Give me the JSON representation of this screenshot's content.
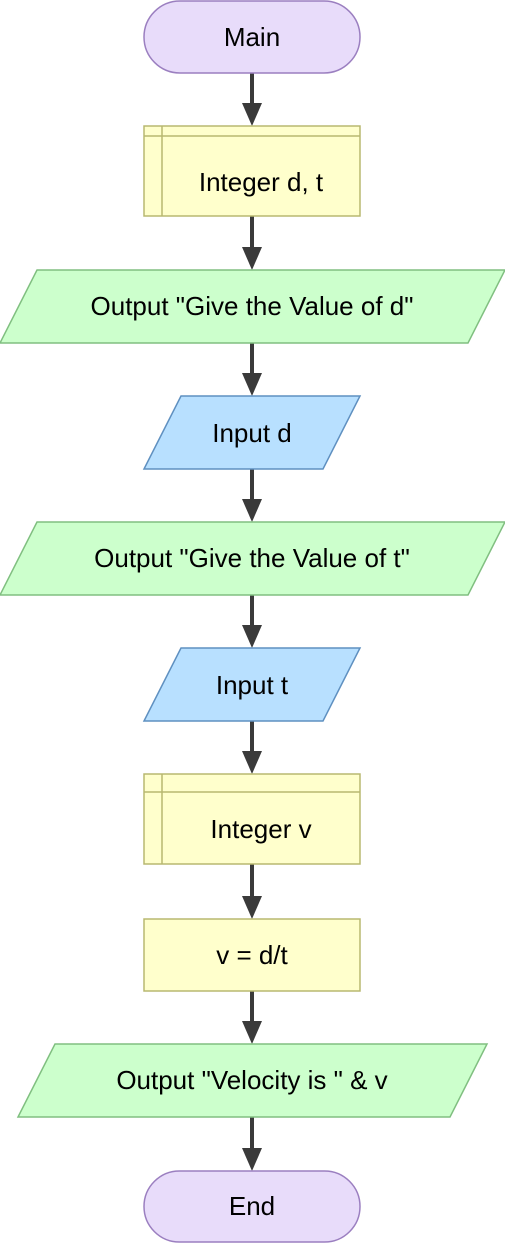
{
  "flowchart": {
    "start": "Main",
    "declare_dt": "Integer d, t",
    "output_d": "Output \"Give the Value of d\"",
    "input_d": "Input d",
    "output_t": "Output \"Give the Value of t\"",
    "input_t": "Input t",
    "declare_v": "Integer v",
    "assign_v": "v = d/t",
    "output_v": "Output \"Velocity is \" & v",
    "end": "End"
  },
  "colors": {
    "terminal_fill": "#e8dcfa",
    "terminal_stroke": "#9b7fc0",
    "declare_fill": "#ffffcc",
    "declare_stroke": "#b8b870",
    "output_fill": "#ccffcc",
    "output_stroke": "#80bf80",
    "input_fill": "#b8e0ff",
    "input_stroke": "#5f90c0",
    "arrow": "#3a3a3a"
  }
}
